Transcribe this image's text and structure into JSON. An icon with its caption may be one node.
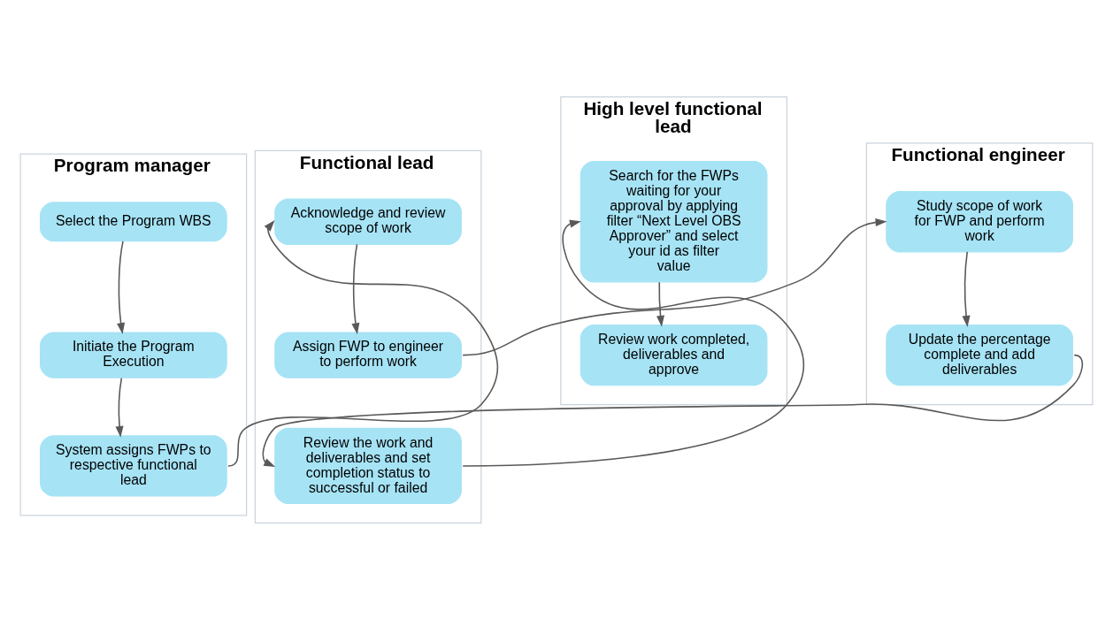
{
  "diagram": {
    "nodes": [
      {
        "text": [
          "Program manager"
        ]
      },
      {
        "text": [
          "Select the Program WBS"
        ],
        "in": 0
      },
      {
        "text": [
          "Initiate the Program Execution"
        ],
        "in": 0
      },
      {
        "text": [
          "System assigns FWPs to respective functional lead"
        ],
        "in": 0
      },
      {
        "text": [
          "Functional lead"
        ]
      },
      {
        "text": [
          "Acknowledge and review scope of work"
        ],
        "in": 4
      },
      {
        "text": [
          "Assign FWP to engineer to perform work"
        ],
        "in": 4
      },
      {
        "text": [
          "Review the work and deliverables and set completion status to successful or failed"
        ],
        "in": 4
      },
      {
        "text": [
          "Functional engineer"
        ]
      },
      {
        "text": [
          "Study scope of work for FWP and perform work"
        ],
        "in": 8
      },
      {
        "text": [
          "Update the percentage complete and add deliverables"
        ],
        "in": 8
      },
      {
        "text": [
          "High level functional lead"
        ]
      },
      {
        "text": [
          "Search for the FWPs waiting for your approval by applying filter “Next Level OBS Approver” and select your id as filter value"
        ],
        "in": 11
      },
      {
        "text": [
          "Review work completed, deliverables and approve"
        ],
        "in": 11
      }
    ],
    "edges": [
      {
        "from": 1,
        "to": 2,
        "arrow": "to"
      },
      {
        "from": 2,
        "to": 3,
        "arrow": "to"
      },
      {
        "from": 3,
        "to": 5,
        "arrow": "to"
      },
      {
        "from": 5,
        "to": 6,
        "arrow": "to"
      },
      {
        "from": 6,
        "to": 9,
        "arrow": "to"
      },
      {
        "from": 9,
        "to": 10,
        "arrow": "to"
      },
      {
        "from": 10,
        "to": 7,
        "arrow": "to"
      },
      {
        "from": 7,
        "to": 12,
        "arrow": "to"
      },
      {
        "from": 12,
        "to": 13,
        "arrow": "to"
      }
    ]
  }
}
